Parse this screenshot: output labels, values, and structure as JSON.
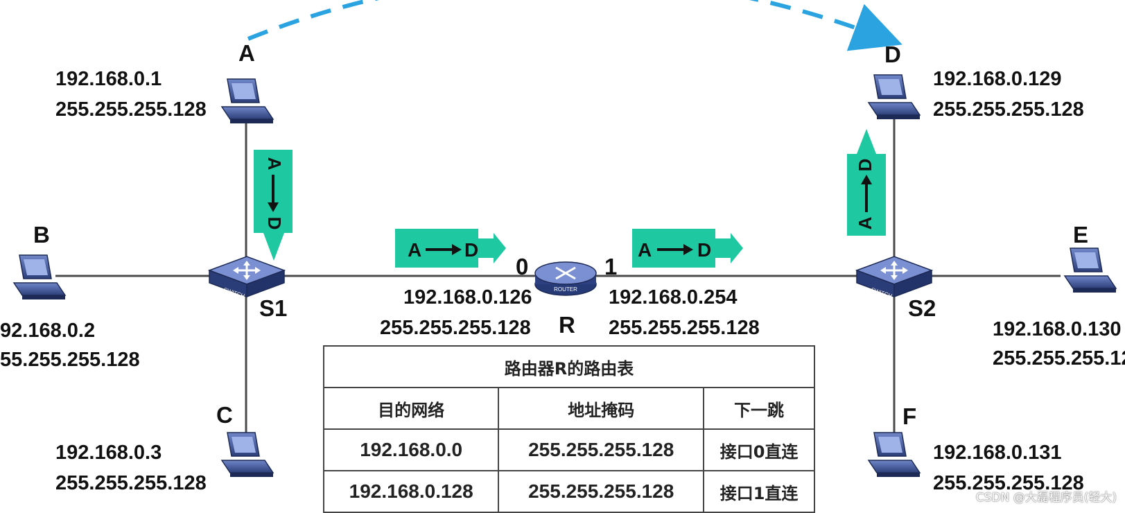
{
  "hosts": {
    "A": {
      "name": "A",
      "ip": "192.168.0.1",
      "mask": "255.255.255.128"
    },
    "B": {
      "name": "B",
      "ip": "92.168.0.2",
      "mask": "55.255.255.128"
    },
    "C": {
      "name": "C",
      "ip": "192.168.0.3",
      "mask": "255.255.255.128"
    },
    "D": {
      "name": "D",
      "ip": "192.168.0.129",
      "mask": "255.255.255.128"
    },
    "E": {
      "name": "E",
      "ip": "192.168.0.130",
      "mask": "255.255.255.12"
    },
    "F": {
      "name": "F",
      "ip": "192.168.0.131",
      "mask": "255.255.255.128"
    }
  },
  "switches": {
    "s1": {
      "name": "S1",
      "badge": "SWITCH"
    },
    "s2": {
      "name": "S2",
      "badge": "SWITCH"
    }
  },
  "router": {
    "name": "R",
    "badge": "ROUTER",
    "if0": {
      "label": "0",
      "ip": "192.168.0.126",
      "mask": "255.255.255.128"
    },
    "if1": {
      "label": "1",
      "ip": "192.168.0.254",
      "mask": "255.255.255.128"
    }
  },
  "packets": {
    "from": "A",
    "to": "D"
  },
  "route_table": {
    "title": "路由器R的路由表",
    "headers": [
      "目的网络",
      "地址掩码",
      "下一跳"
    ],
    "rows": [
      [
        "192.168.0.0",
        "255.255.255.128",
        "接口0直连"
      ],
      [
        "192.168.0.128",
        "255.255.255.128",
        "接口1直连"
      ]
    ]
  },
  "watermark": "CSDN @大磊程序员(轻大)",
  "colors": {
    "packet": "#1ec8a0",
    "dashed_arc": "#2aa3e0",
    "line": "#4a4a4a",
    "device": "#3a4f8c"
  }
}
